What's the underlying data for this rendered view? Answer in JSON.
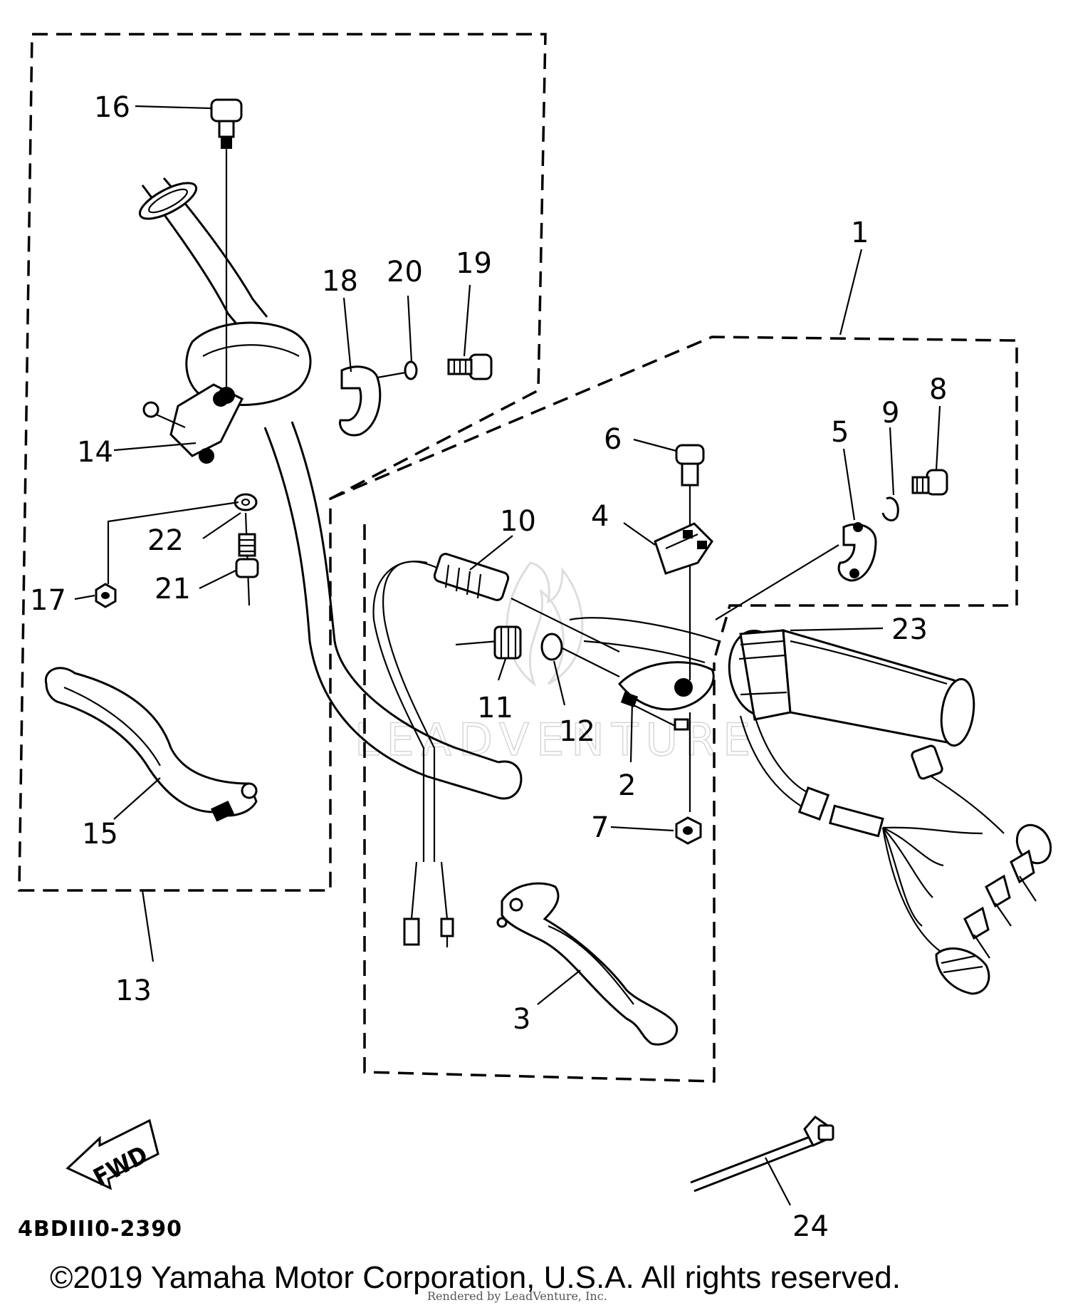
{
  "diagram": {
    "callouts": [
      {
        "id": "1",
        "label": "1"
      },
      {
        "id": "2",
        "label": "2"
      },
      {
        "id": "3",
        "label": "3"
      },
      {
        "id": "4",
        "label": "4"
      },
      {
        "id": "5",
        "label": "5"
      },
      {
        "id": "6",
        "label": "6"
      },
      {
        "id": "7",
        "label": "7"
      },
      {
        "id": "8",
        "label": "8"
      },
      {
        "id": "9",
        "label": "9"
      },
      {
        "id": "10",
        "label": "10"
      },
      {
        "id": "11",
        "label": "11"
      },
      {
        "id": "12",
        "label": "12"
      },
      {
        "id": "13",
        "label": "13"
      },
      {
        "id": "14",
        "label": "14"
      },
      {
        "id": "15",
        "label": "15"
      },
      {
        "id": "16",
        "label": "16"
      },
      {
        "id": "17",
        "label": "17"
      },
      {
        "id": "18",
        "label": "18"
      },
      {
        "id": "19",
        "label": "19"
      },
      {
        "id": "20",
        "label": "20"
      },
      {
        "id": "21",
        "label": "21"
      },
      {
        "id": "22",
        "label": "22"
      },
      {
        "id": "23",
        "label": "23"
      },
      {
        "id": "24",
        "label": "24"
      }
    ],
    "direction_marker": "FWD",
    "drawing_code": "4BDIII0-2390",
    "watermark": "LEADVENTURE",
    "footer_small": "Rendered by LeadVenture, Inc.",
    "copyright": "©2019 Yamaha Motor Corporation, U.S.A. All rights reserved."
  }
}
